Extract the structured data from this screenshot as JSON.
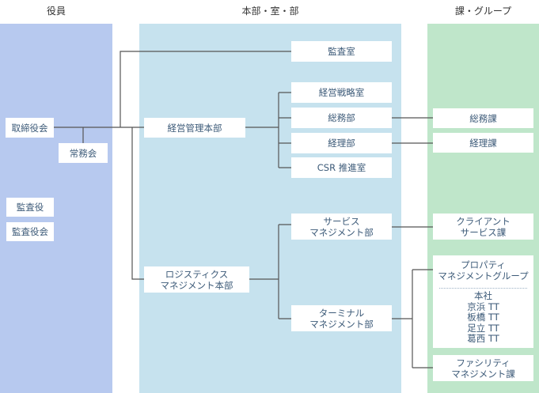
{
  "headers": {
    "exec": "役員",
    "dept": "本部・室・部",
    "sect": "課・グループ"
  },
  "exec": {
    "board": "取締役会",
    "executive_committee": "常務会",
    "auditor": "監査役",
    "audit_board": "監査役会"
  },
  "dept": {
    "audit_office": "監査室",
    "mgmt_hq": "経営管理本部",
    "strategy_office": "経営戦略室",
    "general_affairs_dept": "総務部",
    "accounting_dept": "経理部",
    "csr_office": "CSR 推進室",
    "logistics_hq": [
      "ロジスティクス",
      "マネジメント本部"
    ],
    "service_mgmt_dept": [
      "サービス",
      "マネジメント部"
    ],
    "terminal_mgmt_dept": [
      "ターミナル",
      "マネジメント部"
    ]
  },
  "sect": {
    "general_affairs_section": "総務課",
    "accounting_section": "経理課",
    "client_service_section": [
      "クライアント",
      "サービス課"
    ],
    "property_mgmt_group": [
      "プロパティ",
      "マネジメントグループ"
    ],
    "property_sites": [
      "本社",
      "京浜 TT",
      "板橋 TT",
      "足立 TT",
      "葛西 TT"
    ],
    "facility_mgmt_section": [
      "ファシリティ",
      "マネジメント課"
    ]
  },
  "colors": {
    "line": "#555555",
    "text": "#3c5a78",
    "exec_band": "#b7c9ef",
    "dept_band": "#c6e2ee",
    "sect_band": "#bfe6ca"
  }
}
